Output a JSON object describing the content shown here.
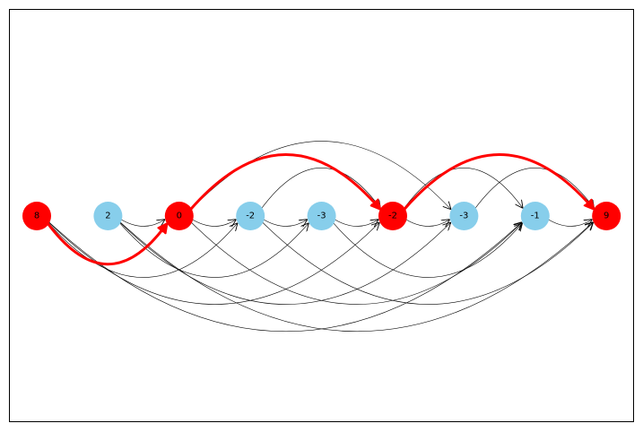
{
  "graph": {
    "nodes": [
      {
        "id": "n0",
        "label": "8",
        "color": "#ff0000"
      },
      {
        "id": "n1",
        "label": "2",
        "color": "#87ceeb"
      },
      {
        "id": "n2",
        "label": "0",
        "color": "#ff0000"
      },
      {
        "id": "n3",
        "label": "-2",
        "color": "#87ceeb"
      },
      {
        "id": "n4",
        "label": "-3",
        "color": "#87ceeb"
      },
      {
        "id": "n5",
        "label": "-2",
        "color": "#ff0000"
      },
      {
        "id": "n6",
        "label": "-3",
        "color": "#87ceeb"
      },
      {
        "id": "n7",
        "label": "-1",
        "color": "#87ceeb"
      },
      {
        "id": "n8",
        "label": "9",
        "color": "#ff0000"
      }
    ],
    "edges": [
      {
        "from": "n0",
        "to": "n2",
        "highlight": true
      },
      {
        "from": "n2",
        "to": "n5",
        "highlight": true
      },
      {
        "from": "n5",
        "to": "n8",
        "highlight": true
      },
      {
        "from": "n0",
        "to": "n3",
        "highlight": false
      },
      {
        "from": "n0",
        "to": "n5",
        "highlight": false
      },
      {
        "from": "n0",
        "to": "n7",
        "highlight": false
      },
      {
        "from": "n1",
        "to": "n2",
        "highlight": false
      },
      {
        "from": "n1",
        "to": "n4",
        "highlight": false
      },
      {
        "from": "n1",
        "to": "n6",
        "highlight": false
      },
      {
        "from": "n1",
        "to": "n8",
        "highlight": false
      },
      {
        "from": "n2",
        "to": "n3",
        "highlight": false
      },
      {
        "from": "n2",
        "to": "n6",
        "highlight": false
      },
      {
        "from": "n2",
        "to": "n7",
        "highlight": false
      },
      {
        "from": "n3",
        "to": "n4",
        "highlight": false
      },
      {
        "from": "n3",
        "to": "n5",
        "highlight": false
      },
      {
        "from": "n3",
        "to": "n8",
        "highlight": false
      },
      {
        "from": "n4",
        "to": "n5",
        "highlight": false
      },
      {
        "from": "n4",
        "to": "n7",
        "highlight": false
      },
      {
        "from": "n5",
        "to": "n6",
        "highlight": false
      },
      {
        "from": "n5",
        "to": "n7",
        "highlight": false
      },
      {
        "from": "n6",
        "to": "n8",
        "highlight": false
      },
      {
        "from": "n7",
        "to": "n8",
        "highlight": false
      }
    ],
    "colors": {
      "highlight_edge": "#ff0000",
      "normal_edge": "#000000",
      "frame": "#000000"
    }
  }
}
